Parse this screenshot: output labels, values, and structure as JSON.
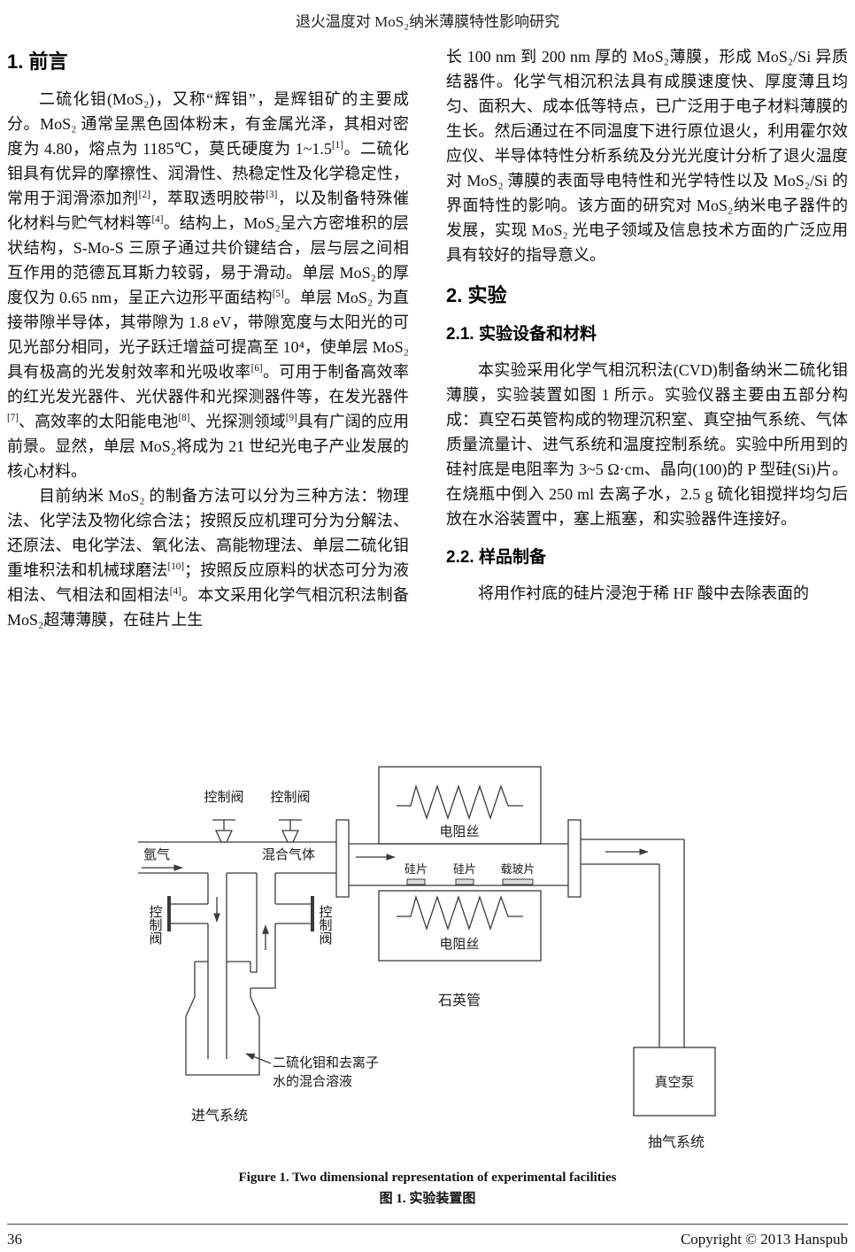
{
  "page": {
    "header_title": "退火温度对 MoS₂纳米薄膜特性影响研究",
    "footer": {
      "page_number": "36",
      "copyright": "Copyright © 2013 Hanspub"
    }
  },
  "sections": {
    "s1_heading": "1. 前言",
    "s2_heading": "2. 实验",
    "s21_heading": "2.1. 实验设备和材料",
    "s22_heading": "2.2. 样品制备"
  },
  "paragraphs": {
    "intro_p1": "二硫化钼(MoS₂)，又称“辉钼”，是辉钼矿的主要成分。MoS₂ 通常呈黑色固体粉末，有金属光泽，其相对密度为 4.80，熔点为 1185℃，莫氏硬度为 1~1.5[1]。二硫化钼具有优异的摩擦性、润滑性、热稳定性及化学稳定性，常用于润滑添加剂[2]，萃取透明胶带[3]，以及制备特殊催化材料与贮气材料等[4]。结构上，MoS₂呈六方密堆积的层状结构，S-Mo-S 三原子通过共价键结合，层与层之间相互作用的范德瓦耳斯力较弱，易于滑动。单层 MoS₂的厚度仅为 0.65 nm，呈正六边形平面结构[5]。单层 MoS₂ 为直接带隙半导体，其带隙为 1.8 eV，带隙宽度与太阳光的可见光部分相同，光子跃迁增益可提高至 10⁴，使单层 MoS₂具有极高的光发射效率和光吸收率[6]。可用于制备高效率的红光发光器件、光伏器件和光探测器件等，在发光器件[7]、高效率的太阳能电池[8]、光探测领域[9]具有广阔的应用前景。显然，单层 MoS₂将成为 21 世纪光电子产业发展的核心材料。",
    "intro_p2": "目前纳米 MoS₂ 的制备方法可以分为三种方法：物理法、化学法及物化综合法；按照反应机理可分为分解法、还原法、电化学法、氧化法、高能物理法、单层二硫化钼重堆积法和机械球磨法[10]；按照反应原料的状态可分为液相法、气相法和固相法[4]。本文采用化学气相沉积法制备 MoS₂超薄薄膜，在硅片上生",
    "right_p1": "长 100 nm 到 200 nm 厚的 MoS₂薄膜，形成 MoS₂/Si 异质结器件。化学气相沉积法具有成膜速度快、厚度薄且均匀、面积大、成本低等特点，已广泛用于电子材料薄膜的生长。然后通过在不同温度下进行原位退火，利用霍尔效应仪、半导体特性分析系统及分光光度计分析了退火温度对 MoS₂ 薄膜的表面导电特性和光学特性以及 MoS₂/Si 的界面特性的影响。该方面的研究对 MoS₂纳米电子器件的发展，实现 MoS₂ 光电子领域及信息技术方面的广泛应用具有较好的指导意义。",
    "s21_p1": "本实验采用化学气相沉积法(CVD)制备纳米二硫化钼薄膜，实验装置如图 1 所示。实验仪器主要由五部分构成：真空石英管构成的物理沉积室、真空抽气系统、气体质量流量计、进气系统和温度控制系统。实验中所用到的硅衬底是电阻率为 3~5 Ω·cm、晶向(100)的 P 型硅(Si)片。在烧瓶中倒入 250 ml 去离子水，2.5 g 硫化钼搅拌均匀后放在水浴装置中，塞上瓶塞，和实验器件连接好。",
    "s22_p1": "将用作衬底的硅片浸泡于稀 HF 酸中去除表面的"
  },
  "figure": {
    "caption_en": "Figure 1. Two dimensional representation of experimental facilities",
    "caption_zh": "图 1.  实验装置图",
    "labels": {
      "valve": "控制阀",
      "argon": "氩气",
      "mixed_gas": "混合气体",
      "resistance_wire": "电阻丝",
      "silicon_wafer": "硅片",
      "glass_slide": "载玻片",
      "quartz_tube": "石英管",
      "solution_line1": "二硫化钼和去离子",
      "solution_line2": "水的混合溶液",
      "inlet_system": "进气系统",
      "vacuum_pump": "真空泵",
      "pumping_system": "抽气系统"
    }
  }
}
